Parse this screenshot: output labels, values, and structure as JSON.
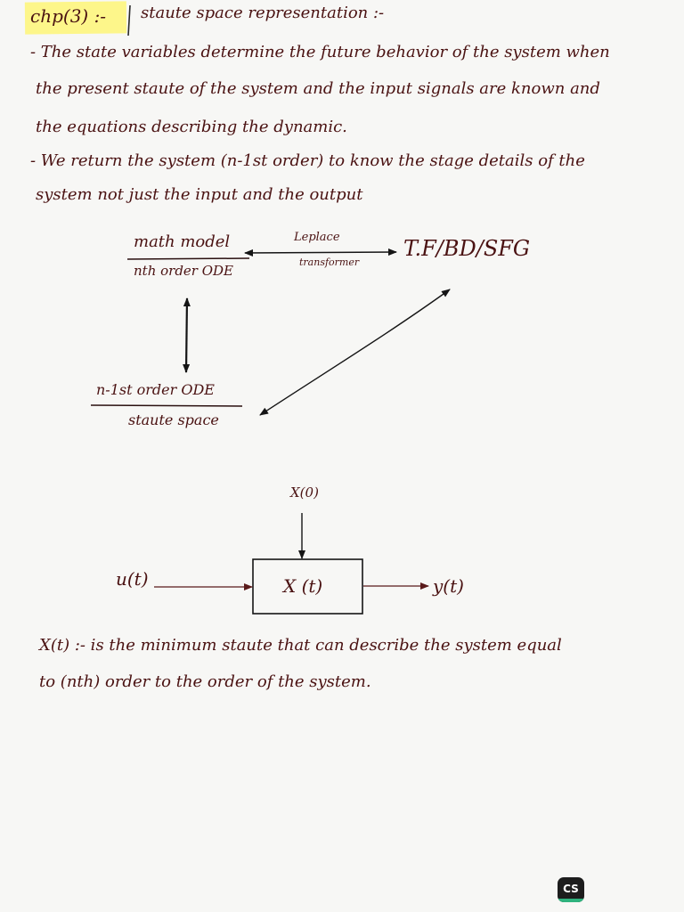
{
  "header": {
    "chapter": "chp(3) :-",
    "title": "staute space representation :-"
  },
  "notes": {
    "line1": "- The state variables determine the future behavior of the system when",
    "line2": "the present staute of the system and the input signals are known and",
    "line3": "the equations describing the dynamic.",
    "line4": "- We return the system (n-1st order) to know the stage details of the",
    "line5": "system not just the input and the output"
  },
  "diagram1": {
    "math_model": "math model",
    "nth_order_ode": "nth order ODE",
    "laplace": "Leplace",
    "transformer": "transformer",
    "tf_bd_sfg": "T.F/BD/SFG",
    "n1st_order_ode": "n-1st order ODE",
    "state_space": "staute space"
  },
  "diagram2": {
    "x0": "X(0)",
    "input": "u(t)",
    "state": "X (t)",
    "output": "y(t)"
  },
  "definition": {
    "line1": "X(t) :- is the minimum staute that can describe the system equal",
    "line2": "to (nth) order to the order of the system."
  },
  "logo": {
    "text": "CS"
  }
}
